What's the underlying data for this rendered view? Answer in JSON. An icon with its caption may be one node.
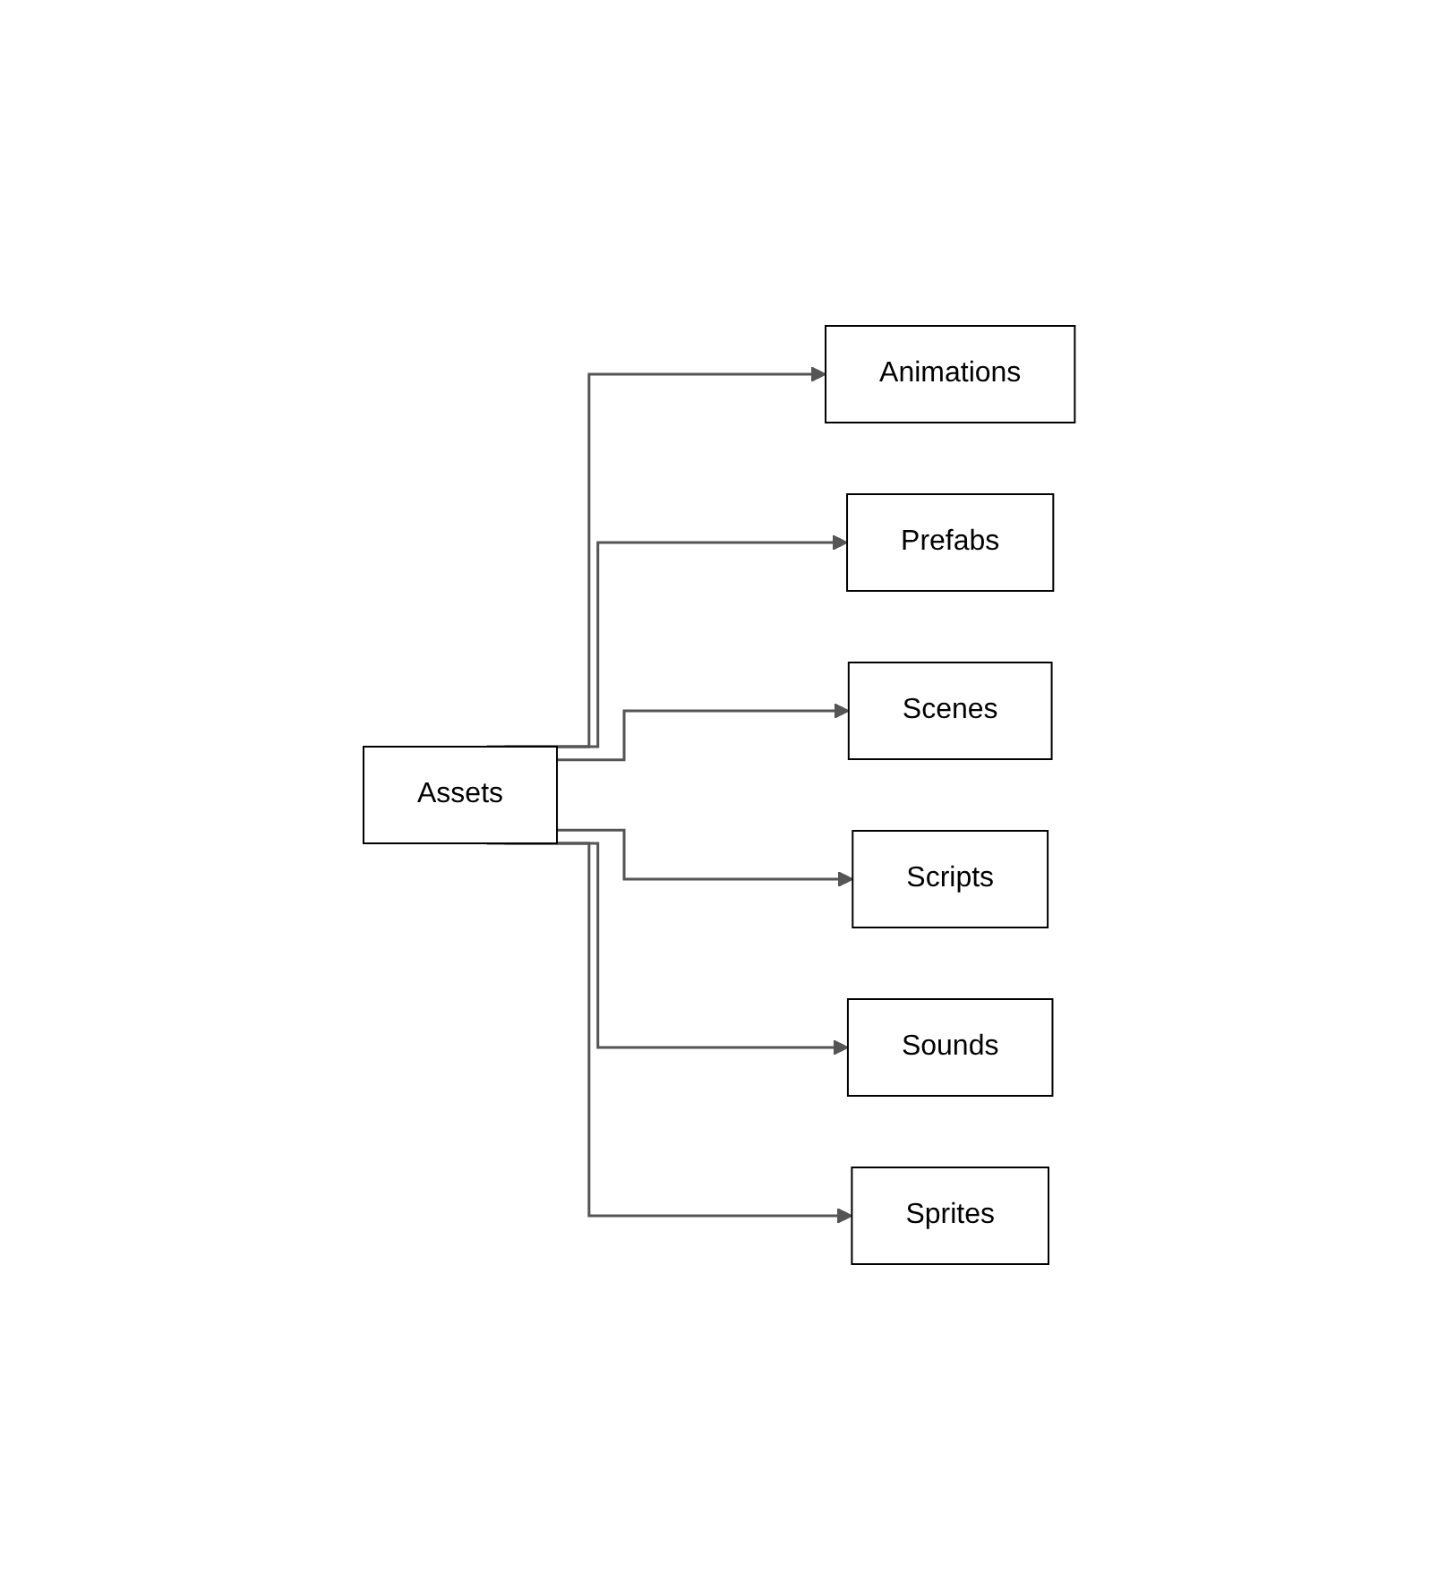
{
  "diagram": {
    "nodes": [
      {
        "text": [
          "Assets"
        ]
      },
      {
        "text": [
          "Animations"
        ]
      },
      {
        "text": [
          "Prefabs"
        ]
      },
      {
        "text": [
          "Scenes"
        ]
      },
      {
        "text": [
          "Scripts"
        ]
      },
      {
        "text": [
          "Sounds"
        ]
      },
      {
        "text": [
          "Sprites"
        ]
      }
    ],
    "edges": [
      {
        "from": 0,
        "to": 1,
        "arrow": "to"
      },
      {
        "from": 0,
        "to": 2,
        "arrow": "to"
      },
      {
        "from": 0,
        "to": 3,
        "arrow": "to"
      },
      {
        "from": 0,
        "to": 4,
        "arrow": "to"
      },
      {
        "from": 0,
        "to": 5,
        "arrow": "to"
      },
      {
        "from": 0,
        "to": 6,
        "arrow": "to"
      }
    ]
  }
}
